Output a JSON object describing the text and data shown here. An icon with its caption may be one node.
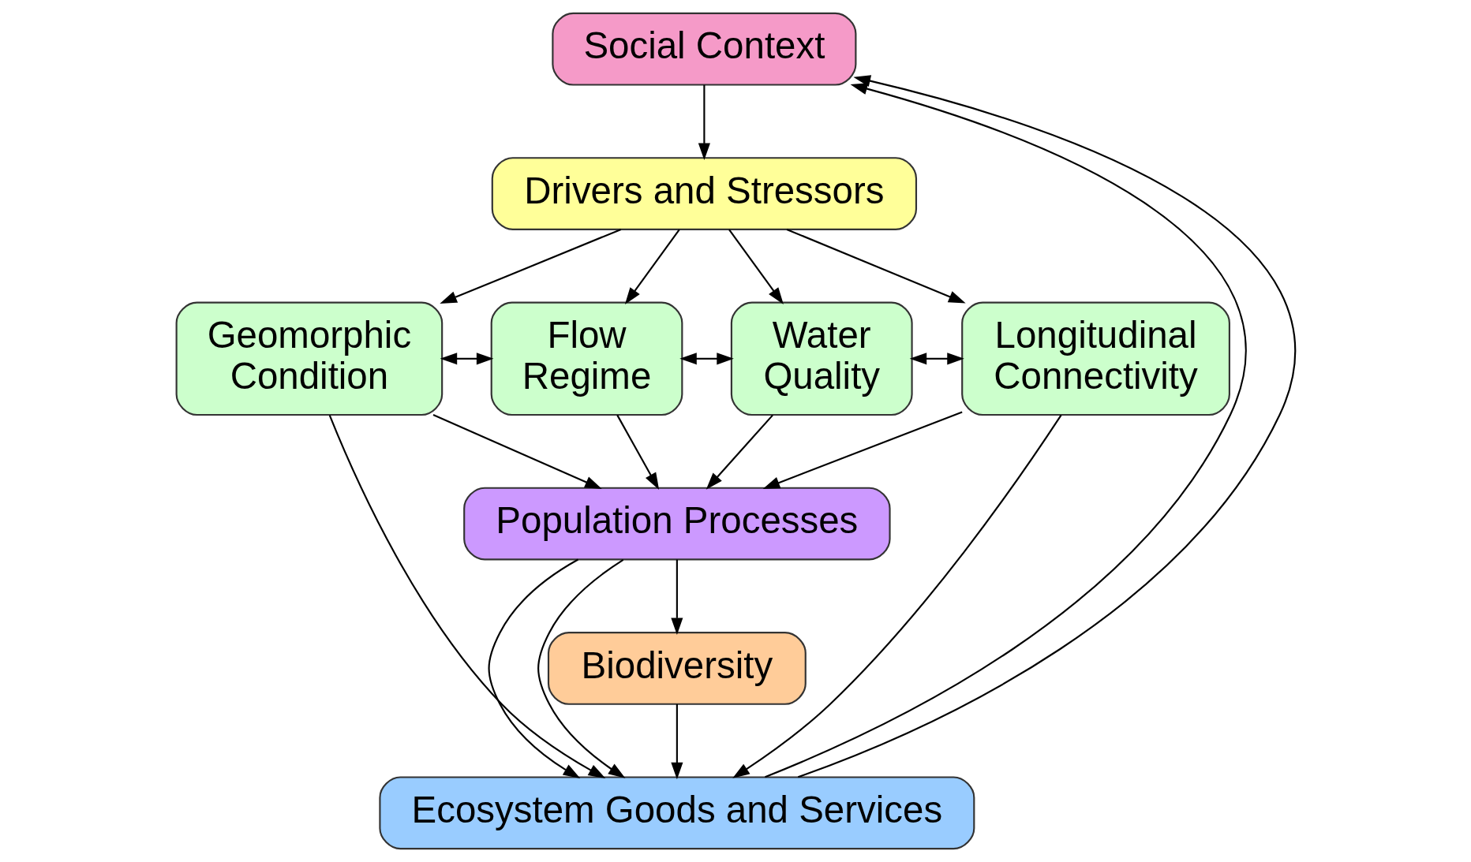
{
  "diagram": {
    "nodes": [
      {
        "text": [
          "Social Context"
        ]
      },
      {
        "text": [
          "Drivers and Stressors"
        ]
      },
      {
        "text": [
          "Geomorphic Condition"
        ]
      },
      {
        "text": [
          "Flow Regime"
        ]
      },
      {
        "text": [
          "Water Quality"
        ]
      },
      {
        "text": [
          "Longitudinal Connectivity"
        ]
      },
      {
        "text": [
          "Population Processes"
        ]
      },
      {
        "text": [
          "Biodiversity"
        ]
      },
      {
        "text": [
          "Ecosystem Goods and Services"
        ]
      }
    ],
    "edges": [
      {
        "from": 0,
        "to": 1,
        "arrow": "to"
      },
      {
        "from": 1,
        "to": 2,
        "arrow": "to"
      },
      {
        "from": 1,
        "to": 3,
        "arrow": "to"
      },
      {
        "from": 1,
        "to": 4,
        "arrow": "to"
      },
      {
        "from": 1,
        "to": 5,
        "arrow": "to"
      },
      {
        "from": 2,
        "to": 3,
        "arrow": "both"
      },
      {
        "from": 3,
        "to": 4,
        "arrow": "both"
      },
      {
        "from": 4,
        "to": 5,
        "arrow": "both"
      },
      {
        "from": 2,
        "to": 6,
        "arrow": "to"
      },
      {
        "from": 3,
        "to": 6,
        "arrow": "to"
      },
      {
        "from": 4,
        "to": 6,
        "arrow": "to"
      },
      {
        "from": 5,
        "to": 6,
        "arrow": "to"
      },
      {
        "from": 6,
        "to": 7,
        "arrow": "to"
      },
      {
        "from": 7,
        "to": 8,
        "arrow": "to"
      },
      {
        "from": 2,
        "to": 8,
        "arrow": "to"
      },
      {
        "from": 6,
        "to": 8,
        "arrow": "to"
      },
      {
        "from": 6,
        "to": 8,
        "arrow": "to"
      },
      {
        "from": 5,
        "to": 8,
        "arrow": "to"
      },
      {
        "from": 8,
        "to": 0,
        "arrow": "to"
      },
      {
        "from": 8,
        "to": 0,
        "arrow": "to"
      }
    ]
  }
}
